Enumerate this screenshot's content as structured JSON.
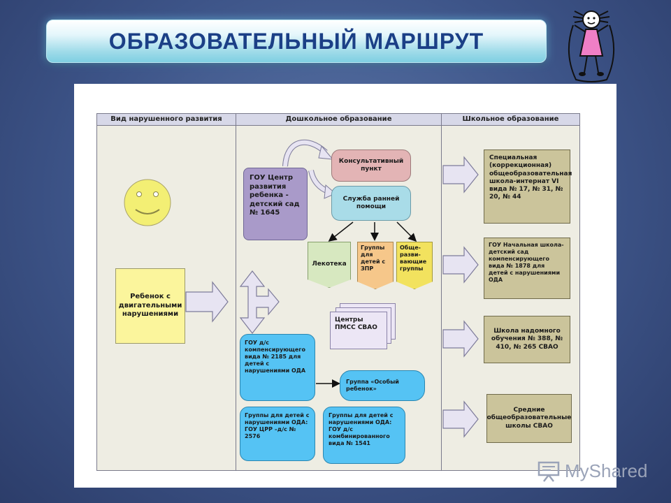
{
  "title": "ОБРАЗОВАТЕЛЬНЫЙ МАРШРУТ",
  "columns": [
    "Вид нарушенного развития",
    "Дошкольное образование",
    "Школьное образование"
  ],
  "child": "Ребенок с двигательными нарушениями",
  "preschool": {
    "center": "ГОУ Центр развития ребенка - детский сад № 1645",
    "consult": "Консультативный пункт",
    "early_help": "Служба ранней помощи",
    "lekoteka": "Лекотека",
    "zpr_groups": "Группы для детей с ЗПР",
    "general_groups": "Обще- разви- вающие группы",
    "pmss": "Центры ПМСС СВАО",
    "gou_2185": "ГОУ д/с компенсирующего вида № 2185 для детей с нарушениями ОДА",
    "special_child": "Группа «Особый ребенок»",
    "groups_2576": "Группы для детей с нарушениями ОДА: ГОУ ЦРР –д/с № 2576",
    "groups_1541": "Группы для детей с нарушениями ОДА: ГОУ д/с комбинированного вида № 1541"
  },
  "school": [
    "Специальная (коррекционная) общеобразовательная школа-интернат VI вида № 17, № 31, № 20, № 44",
    "ГОУ Начальная школа-детский сад компенсирующего вида № 1878 для детей с нарушениями ОДА",
    "Школа надомного обучения № 388, № 410, № 265 СВАО",
    "Средние общеобразовательные школы СВАО"
  ],
  "watermark": "MyShared",
  "colors": {
    "title_text": "#1b3f86",
    "purple": "#a99ac9",
    "pink": "#e3b4b5",
    "light_blue": "#a9dce8",
    "green": "#d7e8c0",
    "orange": "#f6c78a",
    "yellow": "#f2e25e",
    "child_yellow": "#fbf59c",
    "sky": "#55c3f4",
    "lavender": "#ece6f5",
    "school_box": "#cbc49b"
  }
}
